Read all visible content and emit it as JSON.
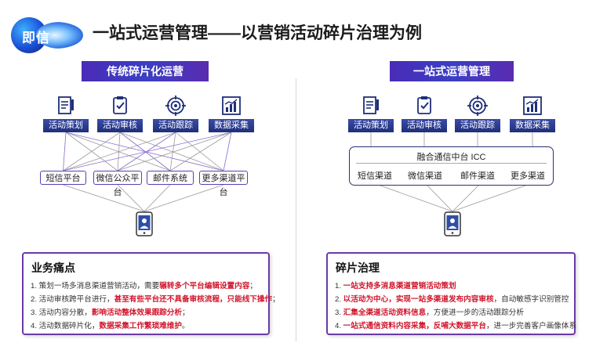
{
  "logo": {
    "text": "即信"
  },
  "title": "一站式运营管理——以营销活动碎片治理为例",
  "left": {
    "banner": "传统碎片化运营",
    "channels": [
      {
        "label": "活动策划",
        "icon": "document-list-icon"
      },
      {
        "label": "活动审核",
        "icon": "check-document-icon"
      },
      {
        "label": "活动跟踪",
        "icon": "target-icon"
      },
      {
        "label": "数据采集",
        "icon": "bar-chart-icon"
      }
    ],
    "platforms": [
      "短信平台",
      "微信公众平台",
      "邮件系统",
      "更多渠道平台"
    ]
  },
  "right": {
    "banner": "一站式运营管理",
    "channels": [
      {
        "label": "活动策划",
        "icon": "document-list-icon"
      },
      {
        "label": "活动审核",
        "icon": "check-document-icon"
      },
      {
        "label": "活动跟踪",
        "icon": "target-icon"
      },
      {
        "label": "数据采集",
        "icon": "bar-chart-icon"
      }
    ],
    "icc": {
      "title": "融合通信中台 ICC",
      "items": [
        "短信渠道",
        "微信渠道",
        "邮件渠道",
        "更多渠道"
      ]
    }
  },
  "pain": {
    "title": "业务痛点",
    "lines": [
      {
        "plain": "1. 策划一场多消息渠道营销活动，需要",
        "highlight": "辗转多个平台编辑设置内容",
        "tail": "；"
      },
      {
        "plain": "2. 活动审核跨平台进行，",
        "highlight": "甚至有些平台还不具备审核流程，只能线下操作",
        "tail": "；"
      },
      {
        "plain": "3. 活动内容分散，",
        "highlight": "影响活动整体效果跟踪分析",
        "tail": "；"
      },
      {
        "plain": "4. 活动数据碎片化，",
        "highlight": "数据采集工作繁琐难维护",
        "tail": "。"
      }
    ]
  },
  "governance": {
    "title": "碎片治理",
    "lines": [
      {
        "plain": "1. ",
        "highlight": "一站支持多消息渠道营销活动策划",
        "tail": ""
      },
      {
        "plain": "2. ",
        "highlight": "以活动为中心，实现一站多渠道发布内容审核",
        "tail": "，自动敏感字识别管控"
      },
      {
        "plain": "3. ",
        "highlight": "汇集全渠道活动资料信息",
        "tail": "，方便进一步的活动跟踪分析"
      },
      {
        "plain": "4. ",
        "highlight": "一站式通信资料内容采集，反哺大数据平台",
        "tail": "，进一步完善客户画像体系"
      }
    ]
  },
  "colors": {
    "accent": "#4a2bb7",
    "highlight": "#d0152b",
    "channel": "#1f2f7a"
  }
}
